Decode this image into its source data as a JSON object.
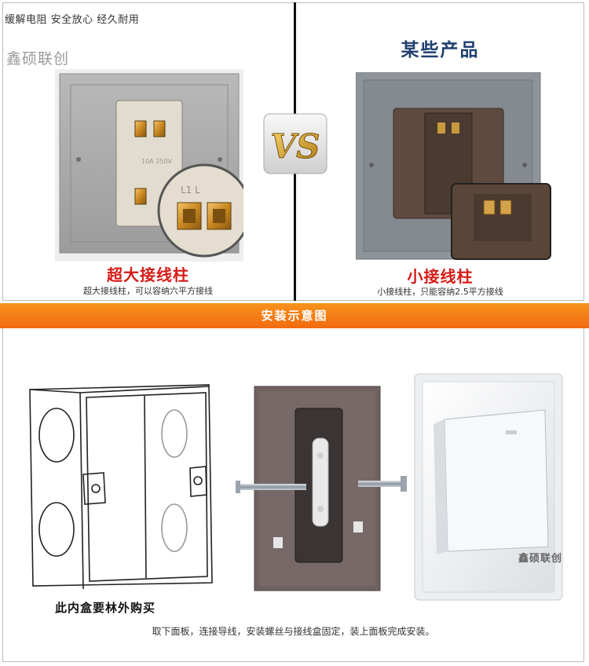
{
  "top": {
    "tagline": "缓解电阻  安全放心  经久耐用",
    "brand_watermark": "鑫硕联创",
    "right_heading": "某些产品",
    "vs_label": "VS",
    "left": {
      "title": "超大接线柱",
      "subtitle": "超大接线柱，可以容纳六平方接线"
    },
    "right": {
      "title": "小接线柱",
      "subtitle": "小接线柱，只能容纳2.5平方接线"
    }
  },
  "install": {
    "band_title": "安装示意图",
    "box_caption": "此内盒要林外购买",
    "steps": "取下面板，连接导线，安装螺丝与接线盒固定，装上面板完成安装。",
    "panel_brand": "鑫硕联创"
  },
  "colors": {
    "accent_red": "#d61b17",
    "heading_blue": "#1f3f6e",
    "band_orange": "#f7931e",
    "vs_gold": "#d9a62a"
  }
}
